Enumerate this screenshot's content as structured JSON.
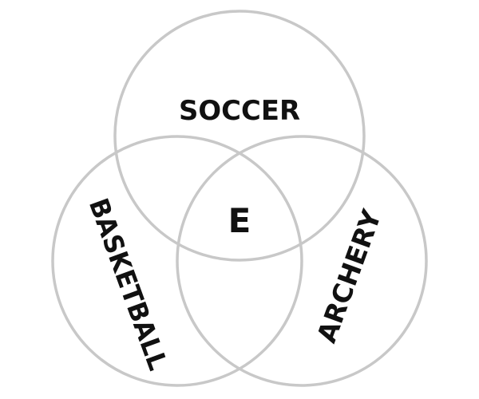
{
  "diagram": {
    "sets": {
      "top": {
        "label": "SOCCER"
      },
      "left": {
        "label": "BASKETBALL"
      },
      "right": {
        "label": "ARCHERY"
      }
    },
    "center_label": "E",
    "colors": {
      "ring": "#c8c8c8",
      "text": "#111111",
      "background": "#ffffff"
    }
  }
}
